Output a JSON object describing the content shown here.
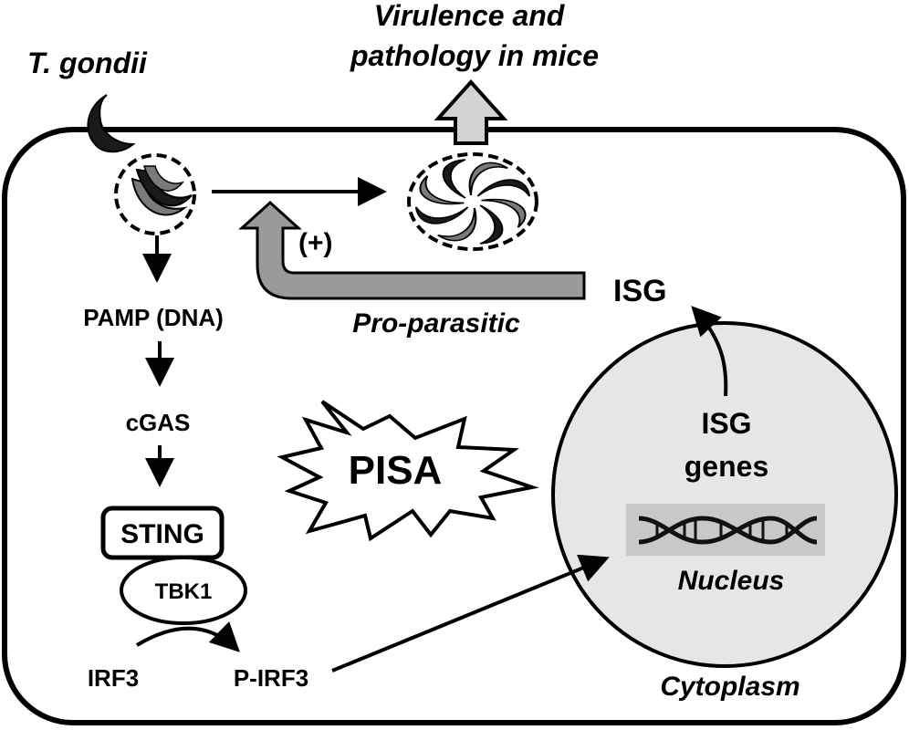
{
  "labels": {
    "parasite": "T. gondii",
    "outcome_line1": "Virulence and",
    "outcome_line2": "pathology in mice",
    "plus": "(+)",
    "isg": "ISG",
    "pro_parasitic": "Pro-parasitic",
    "pamp": "PAMP (DNA)",
    "cgas": "cGAS",
    "pisa": "PISA",
    "isg_genes_line1": "ISG",
    "isg_genes_line2": "genes",
    "sting": "STING",
    "tbk1": "TBK1",
    "nucleus": "Nucleus",
    "irf3": "IRF3",
    "p_irf3": "P-IRF3",
    "cytoplasm": "Cytoplasm"
  },
  "colors": {
    "stroke": "#000000",
    "fill_background": "#ffffff",
    "arrow_gray": "#9a9a9a",
    "outcome_arrow": "#d2d2d2",
    "nucleus_fill": "#e6e6e6",
    "parasite_dark": "#1a1a1a",
    "parasite_gray": "#7a7a7a"
  }
}
